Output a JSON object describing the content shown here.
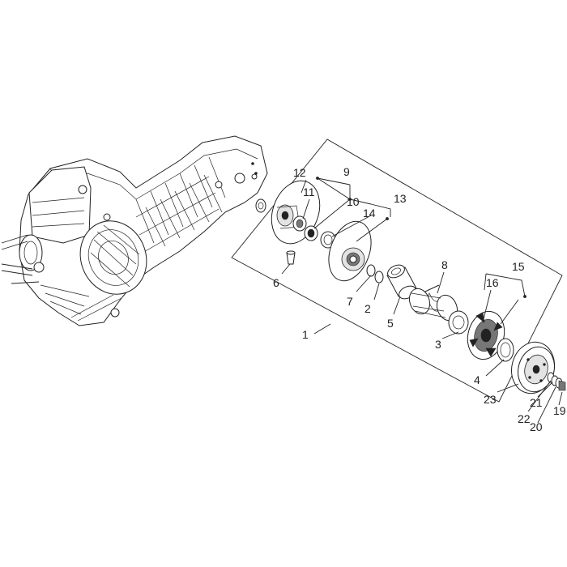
{
  "diagram": {
    "callouts": [
      {
        "id": "c1",
        "text": "1"
      },
      {
        "id": "c2",
        "text": "2"
      },
      {
        "id": "c3",
        "text": "3"
      },
      {
        "id": "c4",
        "text": "4"
      },
      {
        "id": "c5",
        "text": "5"
      },
      {
        "id": "c6",
        "text": "6"
      },
      {
        "id": "c7",
        "text": "7"
      },
      {
        "id": "c8",
        "text": "8"
      },
      {
        "id": "c9",
        "text": "9"
      },
      {
        "id": "c10",
        "text": "10"
      },
      {
        "id": "c11",
        "text": "11"
      },
      {
        "id": "c12",
        "text": "12"
      },
      {
        "id": "c13",
        "text": "13"
      },
      {
        "id": "c14",
        "text": "14"
      },
      {
        "id": "c15",
        "text": "15"
      },
      {
        "id": "c16",
        "text": "16"
      },
      {
        "id": "c19",
        "text": "19"
      },
      {
        "id": "c20",
        "text": "20"
      },
      {
        "id": "c21",
        "text": "21"
      },
      {
        "id": "c22",
        "text": "22"
      },
      {
        "id": "c23",
        "text": "23"
      }
    ]
  }
}
